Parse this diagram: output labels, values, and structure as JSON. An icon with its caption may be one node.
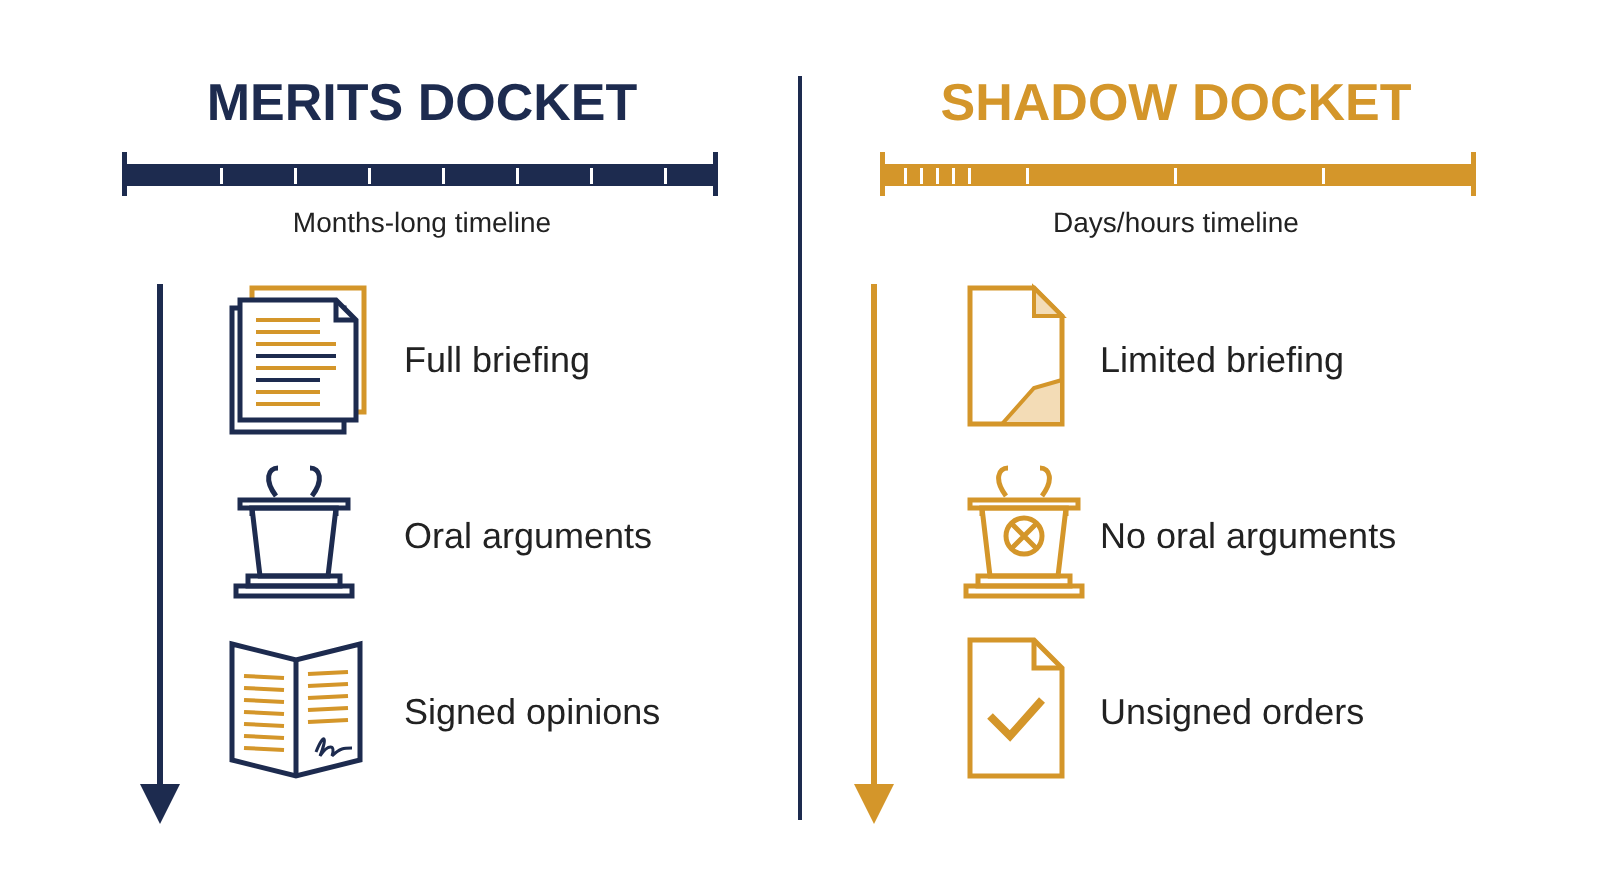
{
  "diagram": {
    "labels": [
      "MERITS DOCKET",
      "SHADOW DOCKET",
      "Months-long timeline",
      "Days/hours timeline",
      "Full briefing",
      "Limited briefing",
      "Oral arguments",
      "No oral arguments",
      "Signed opinions",
      "Unsigned orders"
    ]
  }
}
